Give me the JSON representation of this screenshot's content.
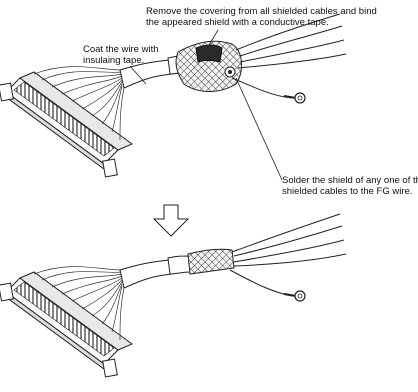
{
  "annotations": {
    "remove_covering": [
      "Remove the covering from all shielded cables and bind",
      "the appeared shield with a conductive tape."
    ],
    "coat_wire": [
      "Coat the wire with",
      "insulaing tape."
    ],
    "solder_shield": [
      "Solder the shield of any one of the",
      "shielded cables to the FG wire."
    ]
  },
  "colors": {
    "line": "#222222",
    "shield_fill": "#e6e6e6",
    "tape_fill": "#2a2a2a"
  }
}
